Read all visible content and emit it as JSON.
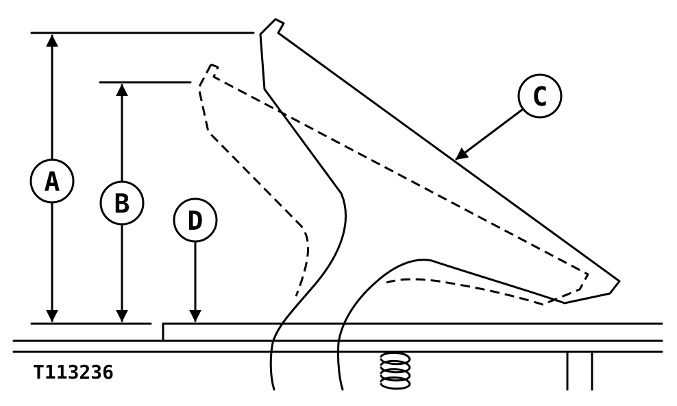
{
  "callouts": {
    "a": "A",
    "b": "B",
    "c": "C",
    "d": "D"
  },
  "figure_code": "T113236"
}
